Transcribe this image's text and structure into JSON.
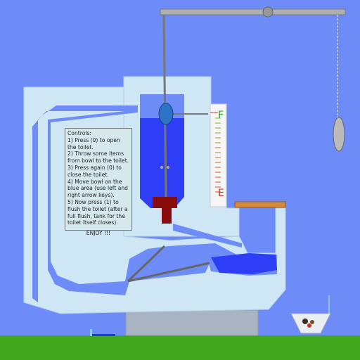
{
  "controls": {
    "title": "Controls:",
    "steps": [
      "1) Press (0) to open the toilet.",
      "2) Throw some items from bowl to the toilet.",
      "3) Press again (0) to close the toilet.",
      "4) Move bowl on the blue area (use left and right arrow keys).",
      "5) Now press (1) to flush the toilet (after a full flush, tank for the toilet itself closes)."
    ],
    "closing": "ENJOY !!!"
  },
  "gauge": {
    "full_label": "F",
    "empty_label": "E"
  },
  "colors": {
    "background": "#6e8cf8",
    "ground": "#3fa81c",
    "ceramic": "#cfe6f4",
    "water": "#2e3df6",
    "plug": "#8a0d0d",
    "shelf": "#d68a3a"
  }
}
